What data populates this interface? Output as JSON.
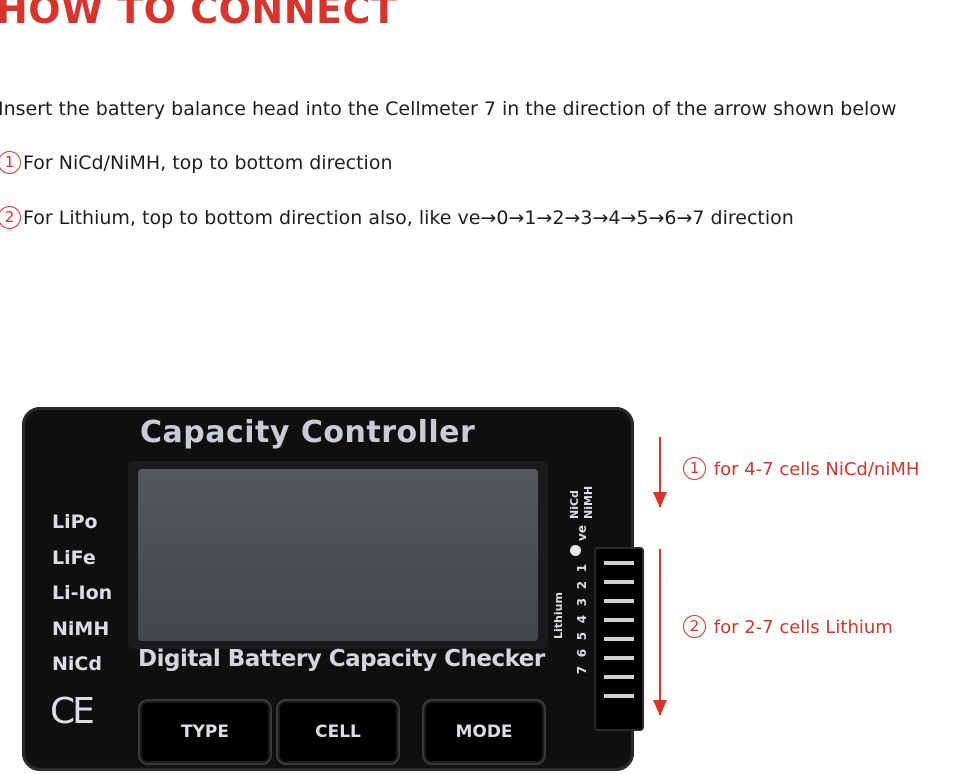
{
  "heading": "HOW TO CONNECT",
  "instructions": {
    "intro": "Insert the battery balance head into the Cellmeter 7 in the direction of the arrow shown below",
    "step1_num": "1",
    "step1": "For NiCd/NiMH, top to bottom direction",
    "step2_num": "2",
    "step2": "For Lithium, top to bottom direction also, like ve→0→1→2→3→4→5→6→7 direction"
  },
  "device": {
    "title": "Capacity Controller",
    "subtitle": "Digital Battery Capacity Checker",
    "battery_types": [
      "LiPo",
      "LiFe",
      "Li-Ion",
      "NiMH",
      "NiCd"
    ],
    "ce_mark": "CE",
    "buttons": {
      "type": "TYPE",
      "cell": "CELL",
      "mode": "MODE"
    },
    "side_labels": {
      "nicd": "NiCd",
      "nimh": "NiMH",
      "lithium": "Lithium"
    },
    "pin_labels": [
      "ve",
      "1",
      "2",
      "3",
      "4",
      "5",
      "6",
      "7"
    ]
  },
  "annotations": {
    "note1_num": "1",
    "note1": "for 4-7 cells NiCd/niMH",
    "note2_num": "2",
    "note2": "for 2-7 cells Lithium"
  },
  "colors": {
    "accent": "#d9342b",
    "device_body": "#0f0f10",
    "screen": "#4a4d51"
  }
}
